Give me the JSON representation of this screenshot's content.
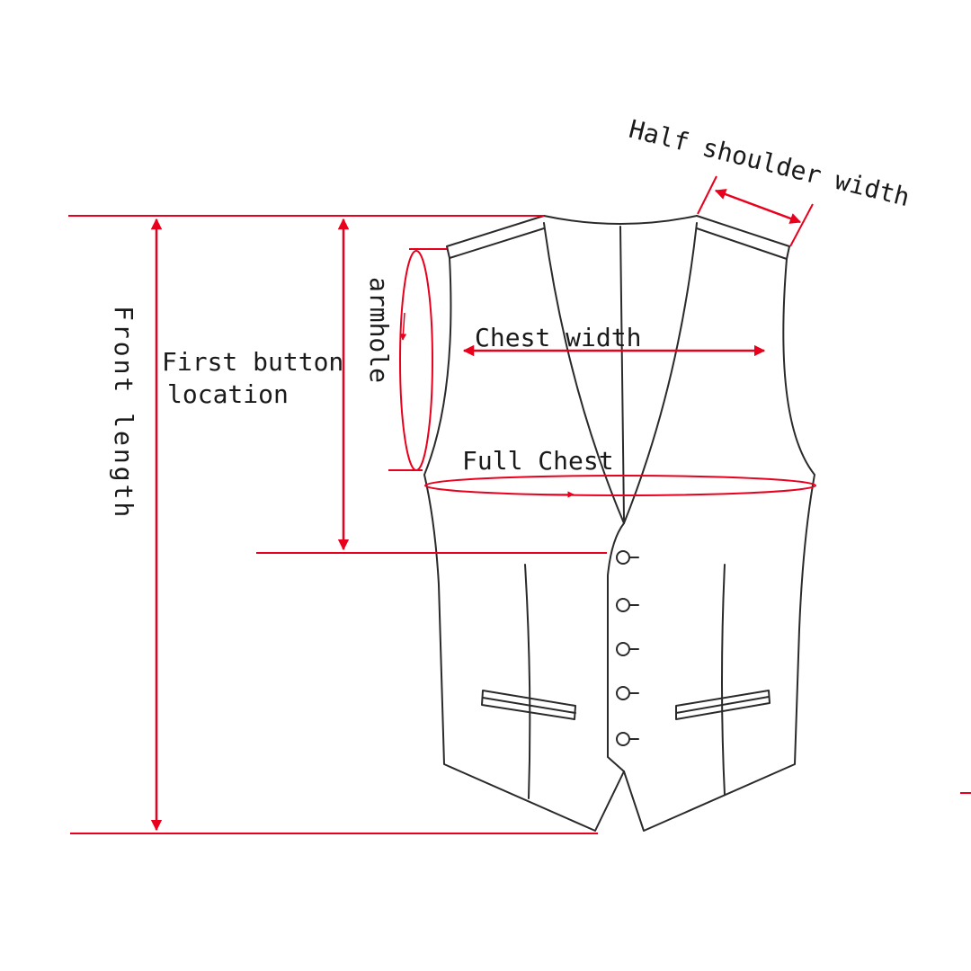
{
  "labels": {
    "half_shoulder_width": "Half shoulder width",
    "armhole": "armhole",
    "chest_width": "Chest width",
    "first_button_location_line1": "First button",
    "first_button_location_line2": "location",
    "full_chest": "Full Chest",
    "front_length": "Front length"
  },
  "colors": {
    "measure_red": "#e8001c",
    "outline": "#2a2a2a",
    "text": "#1a1a1a",
    "background": "#ffffff"
  },
  "buttons_count": 5
}
